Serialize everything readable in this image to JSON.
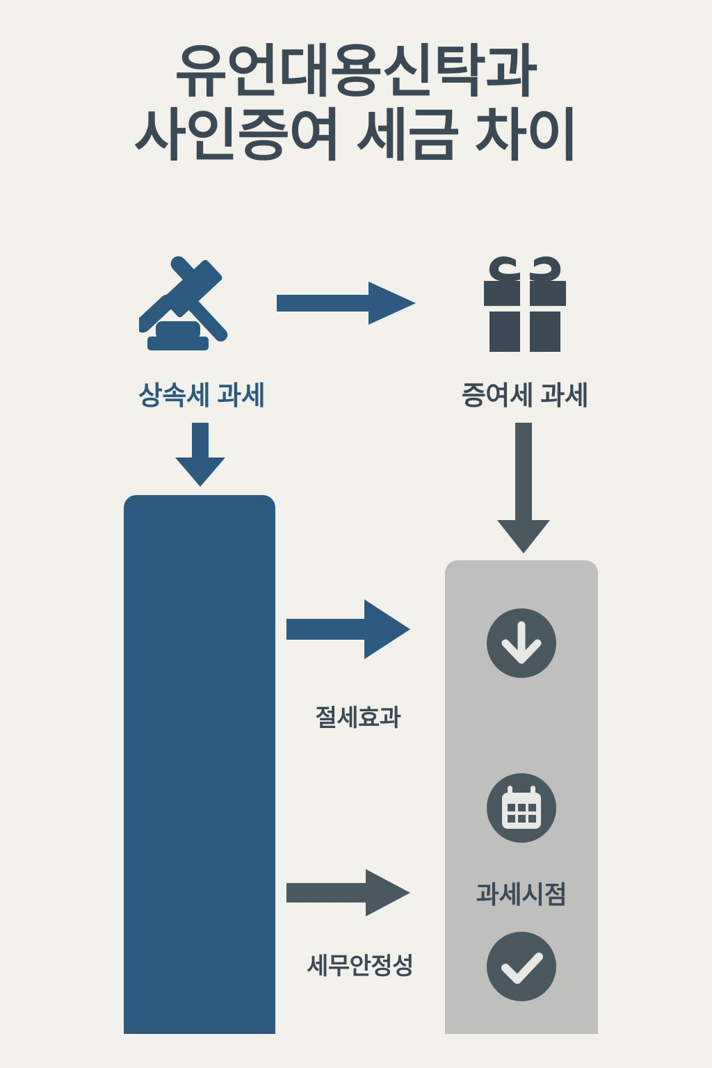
{
  "page": {
    "background_color": "#f2f1ec",
    "accent_blue": "#2d5a7f",
    "accent_slate": "#3c4a55",
    "panel_gray": "#bfbfbe",
    "badge_gray": "#4a5860"
  },
  "title": {
    "line1": "유언대용신탁과",
    "line2": "사인증여 세금 차이"
  },
  "flow": {
    "left_branch": {
      "icon": "gavel-icon",
      "caption": "상속세 과세",
      "color": "#2d5a7f",
      "panel_color": "#2d5a7f"
    },
    "right_branch": {
      "icon": "gift-icon",
      "caption": "증여세 과세",
      "color": "#3c4a55",
      "panel_color": "#bfbfbe"
    },
    "top_connector": "arrow-right-icon",
    "left_connector": "arrow-down-icon",
    "right_connector": "arrow-down-icon"
  },
  "comparisons": [
    {
      "label": "절세효과",
      "arrow": "arrow-right-icon",
      "arrow_color": "#2d5a7f"
    },
    {
      "label": "세무안정성",
      "arrow": "arrow-right-icon",
      "arrow_color": "#4a5860"
    }
  ],
  "gift_panel": {
    "label": "과세시점",
    "badges": [
      {
        "icon": "arrow-down-circle-icon"
      },
      {
        "icon": "calendar-icon"
      },
      {
        "icon": "check-circle-icon"
      }
    ]
  }
}
